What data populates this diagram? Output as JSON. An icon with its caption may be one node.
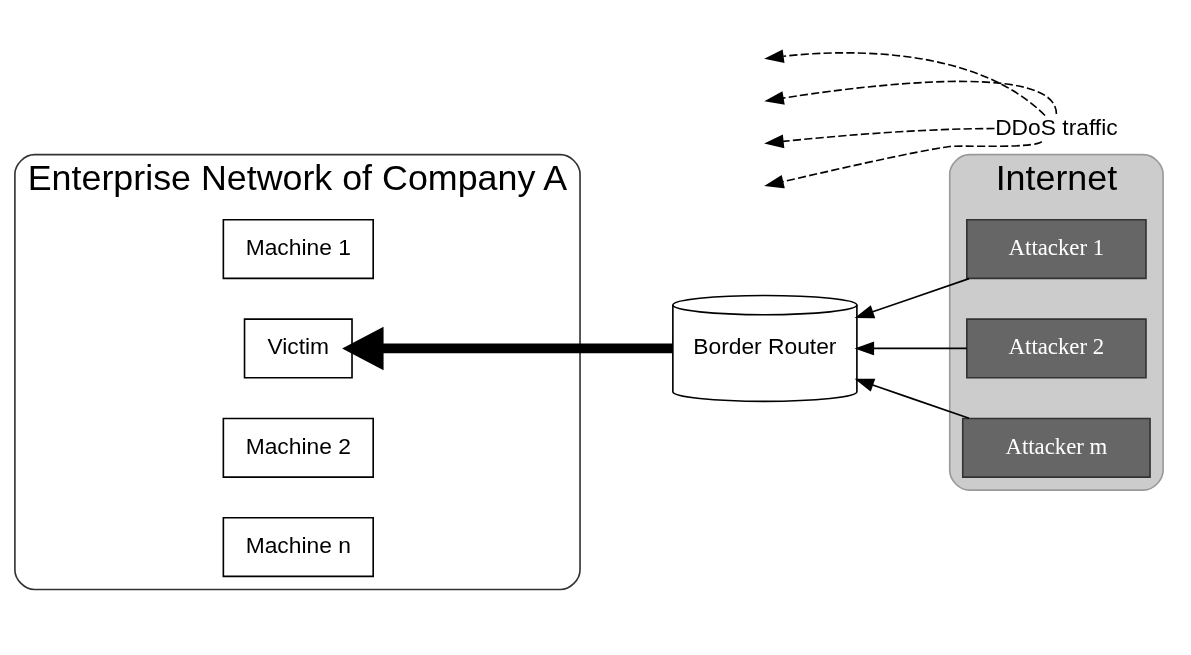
{
  "diagram": {
    "nodes": [
      {
        "text": [
          "Enterprise Network of Company A"
        ]
      },
      {
        "text": [
          "Machine 1"
        ],
        "in": 0
      },
      {
        "text": [
          "Victim"
        ],
        "in": 0
      },
      {
        "text": [
          "Machine 2"
        ],
        "in": 0
      },
      {
        "text": [
          "Machine n"
        ],
        "in": 0
      },
      {
        "text": [
          "Border Router"
        ]
      },
      {
        "text": [
          "Internet"
        ]
      },
      {
        "text": [
          "Attacker 1"
        ],
        "in": 6
      },
      {
        "text": [
          "Attacker 2"
        ],
        "in": 6
      },
      {
        "text": [
          "Attacker m"
        ],
        "in": 6
      },
      {
        "text": [
          "DDoS traffic"
        ]
      }
    ],
    "edges": [
      {
        "from": 7,
        "to": 5,
        "arrow": "to"
      },
      {
        "from": 8,
        "to": 5,
        "arrow": "to"
      },
      {
        "from": 9,
        "to": 5,
        "arrow": "to"
      },
      {
        "from": 5,
        "to": 2,
        "arrow": "to",
        "style": "thick"
      },
      {
        "from": 10,
        "to": null,
        "arrow": "to",
        "style": "dashed"
      },
      {
        "from": 10,
        "to": null,
        "arrow": "to",
        "style": "dashed"
      },
      {
        "from": 10,
        "to": null,
        "arrow": "to",
        "style": "dashed"
      },
      {
        "from": 10,
        "to": null,
        "arrow": "to",
        "style": "dashed"
      }
    ]
  }
}
